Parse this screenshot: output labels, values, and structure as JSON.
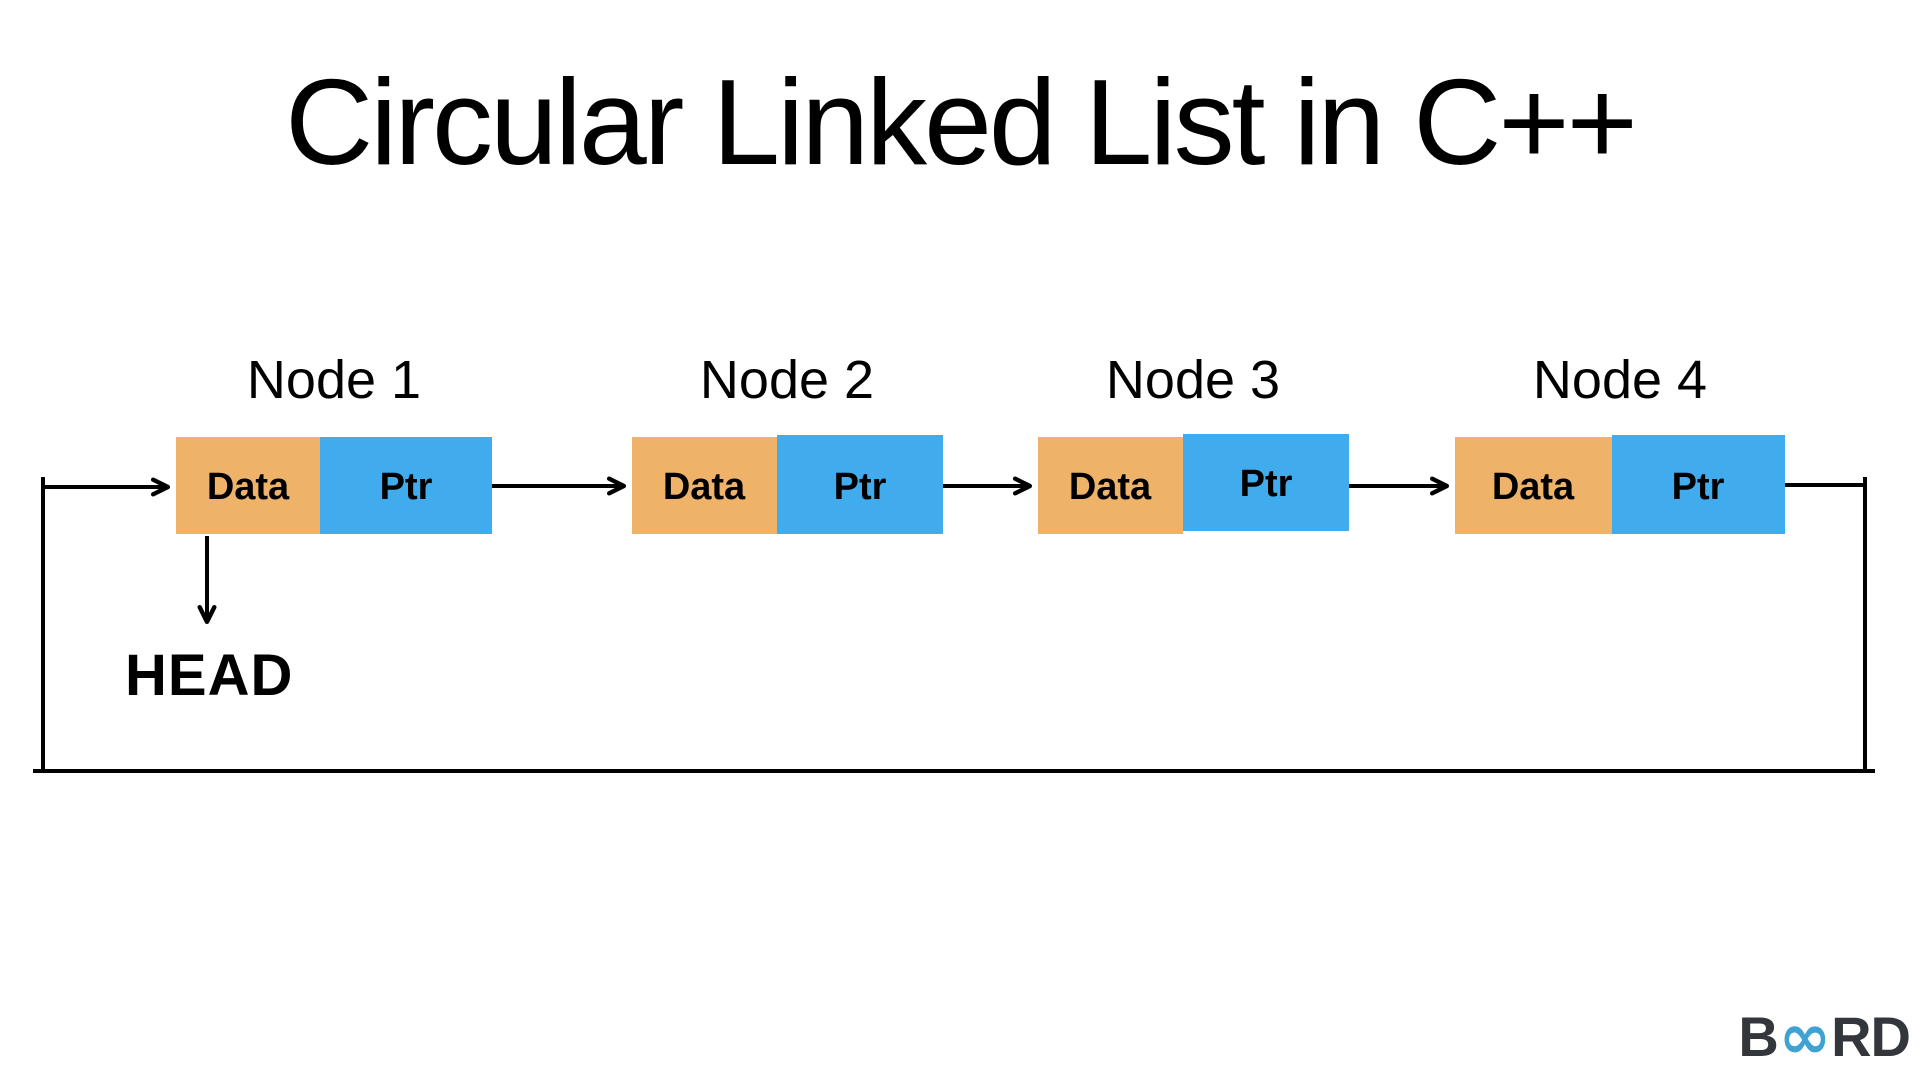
{
  "title": "Circular Linked List in C++",
  "diagram": {
    "head_label": "HEAD",
    "nodes": [
      {
        "label": "Node 1",
        "data_label": "Data",
        "ptr_label": "Ptr"
      },
      {
        "label": "Node 2",
        "data_label": "Data",
        "ptr_label": "Ptr"
      },
      {
        "label": "Node 3",
        "data_label": "Data",
        "ptr_label": "Ptr"
      },
      {
        "label": "Node 4",
        "data_label": "Data",
        "ptr_label": "Ptr"
      }
    ]
  },
  "logo": {
    "prefix": "B",
    "infinity_icon": "∞",
    "suffix": "RD"
  },
  "colors": {
    "data_box": "#EFB269",
    "ptr_box": "#41ACED",
    "line": "#000000",
    "title_text": "#000000",
    "logo_dark": "#33363A",
    "logo_blue": "#3EA3D2"
  }
}
